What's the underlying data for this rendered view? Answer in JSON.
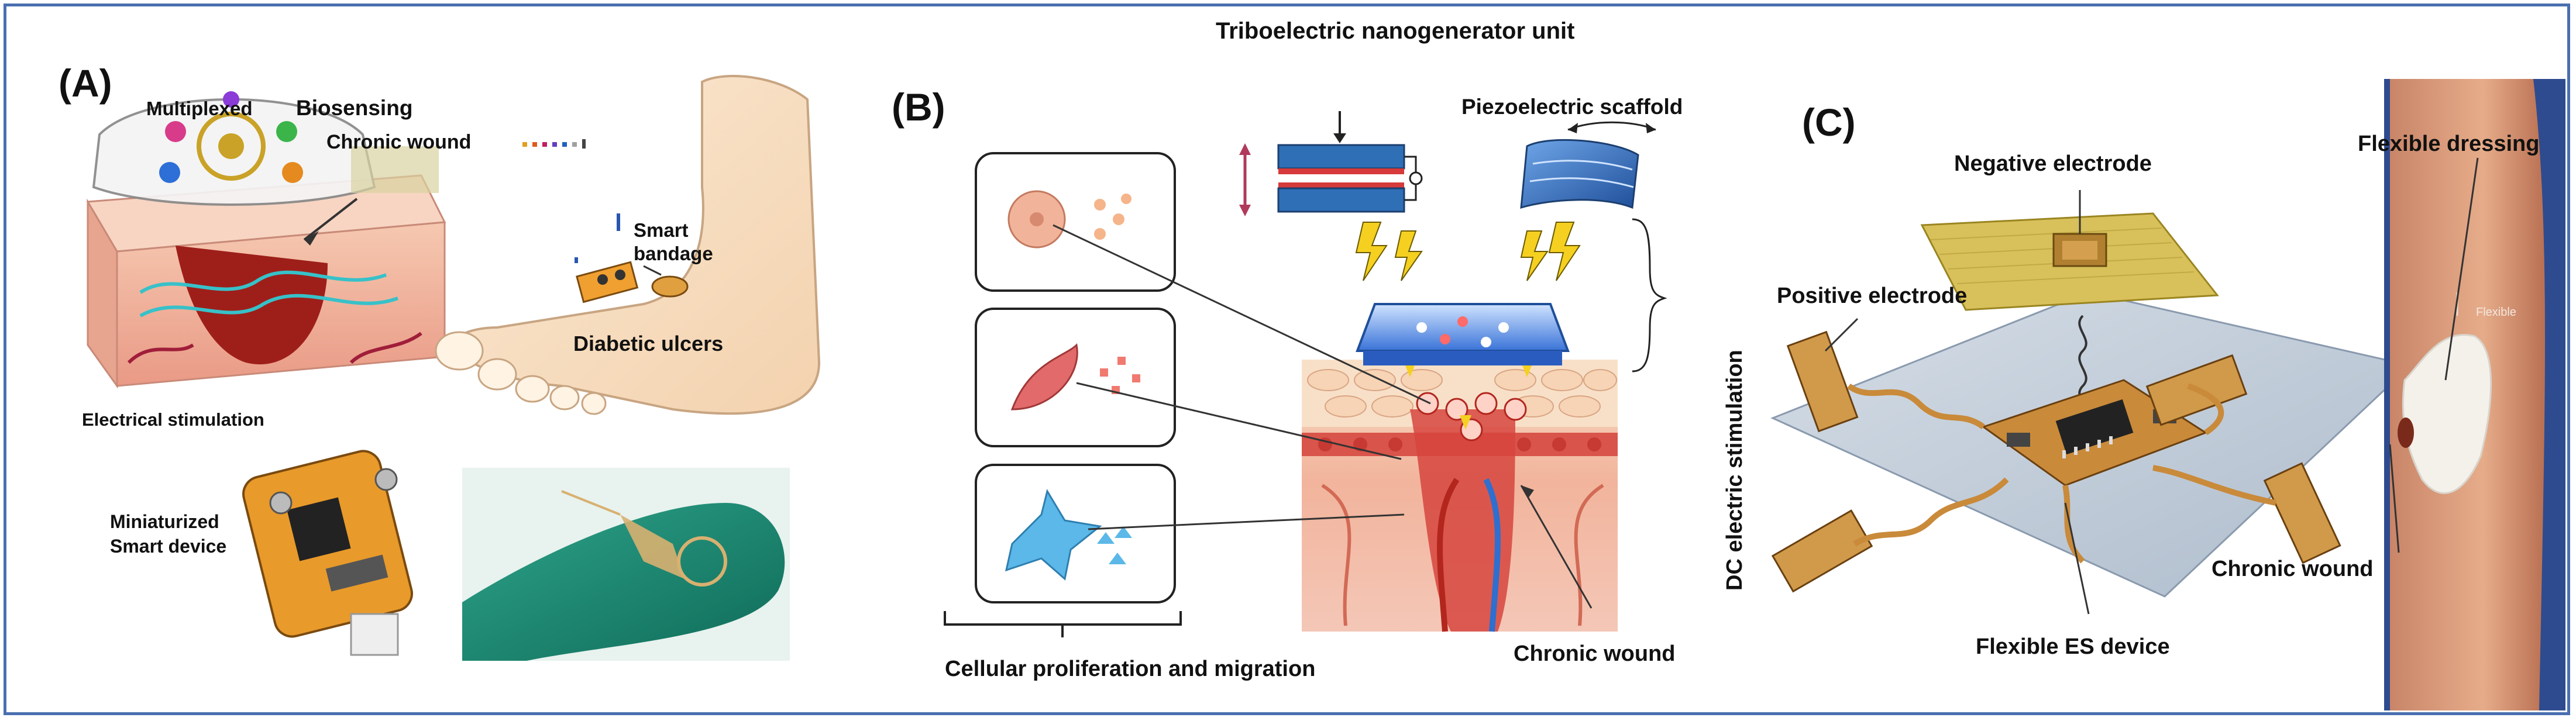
{
  "panels": {
    "a": {
      "letter": "(A)",
      "multiplexed": "Multiplexed",
      "biosensing": "Biosensing",
      "chronic_wound": "Chronic wound",
      "smart": "Smart",
      "bandage": "bandage",
      "diabetic_ulcers": "Diabetic ulcers",
      "electrical_stimulation": "Electrical stimulation",
      "miniaturized": "Miniaturized",
      "smart_device": "Smart device"
    },
    "b": {
      "letter": "(B)",
      "teng": "Triboelectric nanogenerator unit",
      "piezo": "Piezoelectric scaffold",
      "dc": "DC electric stimulation",
      "cellular": "Cellular proliferation and migration",
      "chronic_wound": "Chronic wound"
    },
    "c": {
      "letter": "(C)",
      "negative": "Negative electrode",
      "flexible_dressing": "Flexible dressing",
      "positive": "Positive electrode",
      "chronic_wound": "Chronic wound",
      "flexible_es": "Flexible ES device"
    }
  },
  "colors": {
    "frame": "#4a6fb0",
    "skin": "#f2b9a0",
    "wound": "#b3261e",
    "electrode": "#c98a3a",
    "mesh": "#b8c8d8",
    "teng_top": "#2f6fb5",
    "spark": "#f5d020"
  }
}
